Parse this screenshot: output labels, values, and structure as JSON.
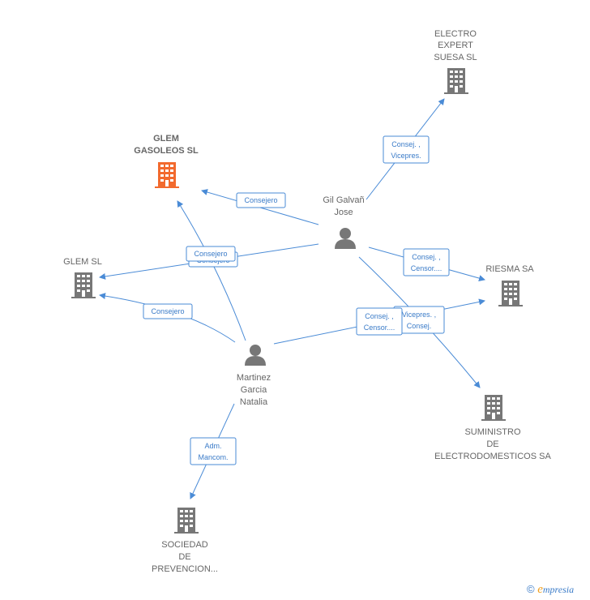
{
  "nodes": {
    "electro_expert": [
      "ELECTRO",
      "EXPERT",
      "SUESA SL"
    ],
    "glem_gasoleos": [
      "GLEM",
      "GASOLEOS SL"
    ],
    "gil_galvan": [
      "Gil Galvañ",
      "Jose"
    ],
    "glem_sl": [
      "GLEM SL"
    ],
    "riesma": [
      "RIESMA SA"
    ],
    "martinez": [
      "Martinez",
      "Garcia",
      "Natalia"
    ],
    "suministro": [
      "SUMINISTRO",
      "DE",
      "ELECTRODOMESTICOS SA"
    ],
    "sociedad": [
      "SOCIEDAD",
      "DE",
      "PREVENCION..."
    ]
  },
  "edges": {
    "consej_vicepres": [
      "Consej. ,",
      "Vicepres."
    ],
    "consejero": "Consejero",
    "consej_censor": [
      "Consej. ,",
      "Censor...."
    ],
    "vicepres_consej": [
      "Vicepres. ,",
      "Consej."
    ],
    "adm_mancom": [
      "Adm.",
      "Mancom."
    ]
  },
  "footer": {
    "copyright": "©",
    "brand_e": "e",
    "brand_rest": "mpresia"
  },
  "colors": {
    "edge": "#4a8bd6",
    "building": "#777777",
    "building_highlight": "#f26a2e",
    "person": "#777777"
  }
}
